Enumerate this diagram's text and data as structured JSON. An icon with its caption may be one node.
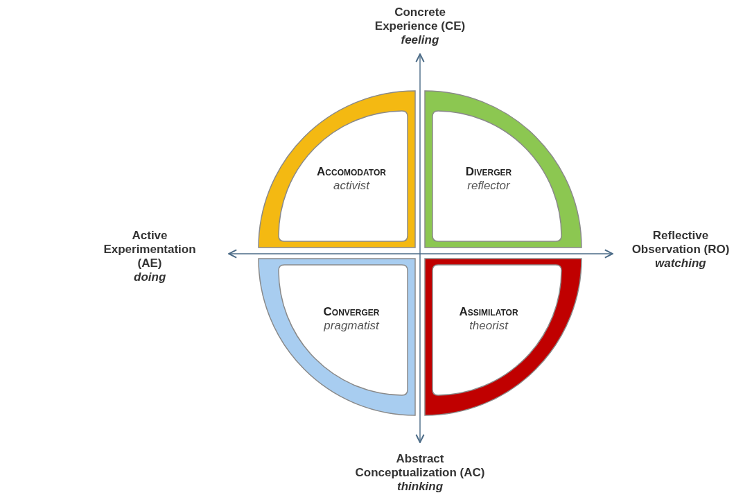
{
  "diagram": {
    "nodes": [
      {
        "text": [
          "Accomodator",
          "activist"
        ]
      },
      {
        "text": [
          "Diverger",
          "reflector"
        ]
      },
      {
        "text": [
          "Converger",
          "pragmatist"
        ]
      },
      {
        "text": [
          "Assimilator",
          "theorist"
        ]
      }
    ],
    "labels": [
      "Concrete Experience (CE)",
      "feeling",
      "Active Experimentation (AE)",
      "doing",
      "Reflective Observation (RO)",
      "watching",
      "Abstract Conceptualization (AC)",
      "thinking"
    ]
  }
}
